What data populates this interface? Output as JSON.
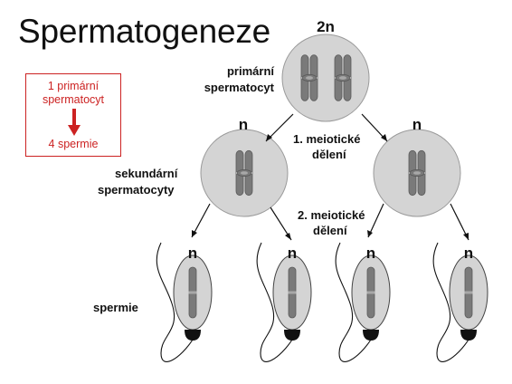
{
  "title": "Spermatogeneze",
  "summary": {
    "top_line1": "1 primární",
    "top_line2": "spermatocyt",
    "bottom": "4 spermie",
    "accent_color": "#cc2222"
  },
  "stages": {
    "primary_line1": "primární",
    "primary_line2": "spermatocyt",
    "secondary_line1": "sekundární",
    "secondary_line2": "spermatocyty",
    "sperm": "spermie"
  },
  "divisions": {
    "first_line1": "1. meiotické",
    "first_line2": "dělení",
    "second_line1": "2. meiotické",
    "second_line2": "dělení"
  },
  "ploidy": {
    "diploid": "2n",
    "haploid": "n"
  },
  "colors": {
    "cell_fill": "#d4d4d4",
    "cell_stroke": "#9a9a9a",
    "chromosome": "#7a7a7a",
    "line": "#111111"
  }
}
